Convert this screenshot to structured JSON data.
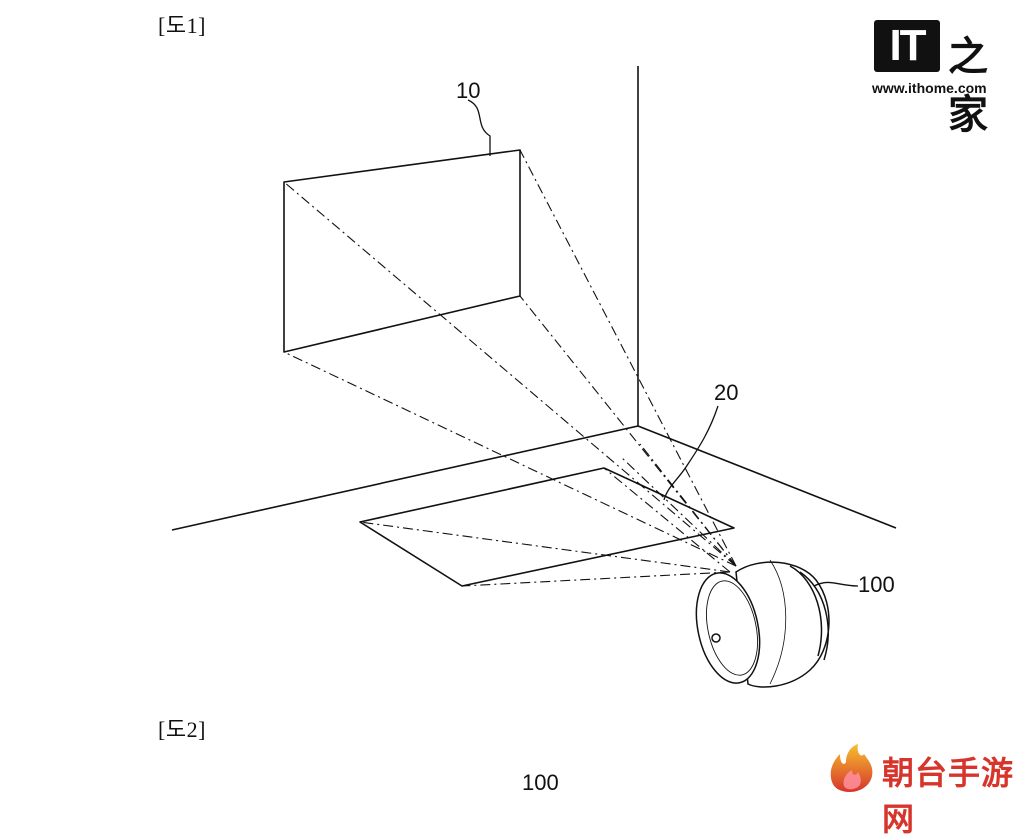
{
  "figure_labels": {
    "fig1": "[도1]",
    "fig2": "[도2]"
  },
  "references": {
    "screen": "10",
    "floor_image": "20",
    "device": "100",
    "fig2_device": "100"
  },
  "watermarks": {
    "ithome_logo": "IT",
    "ithome_name": "之家",
    "ithome_url": "www.ithome.com",
    "game_site": "朝台手游网",
    "game_icon": "flame-hand-icon"
  }
}
